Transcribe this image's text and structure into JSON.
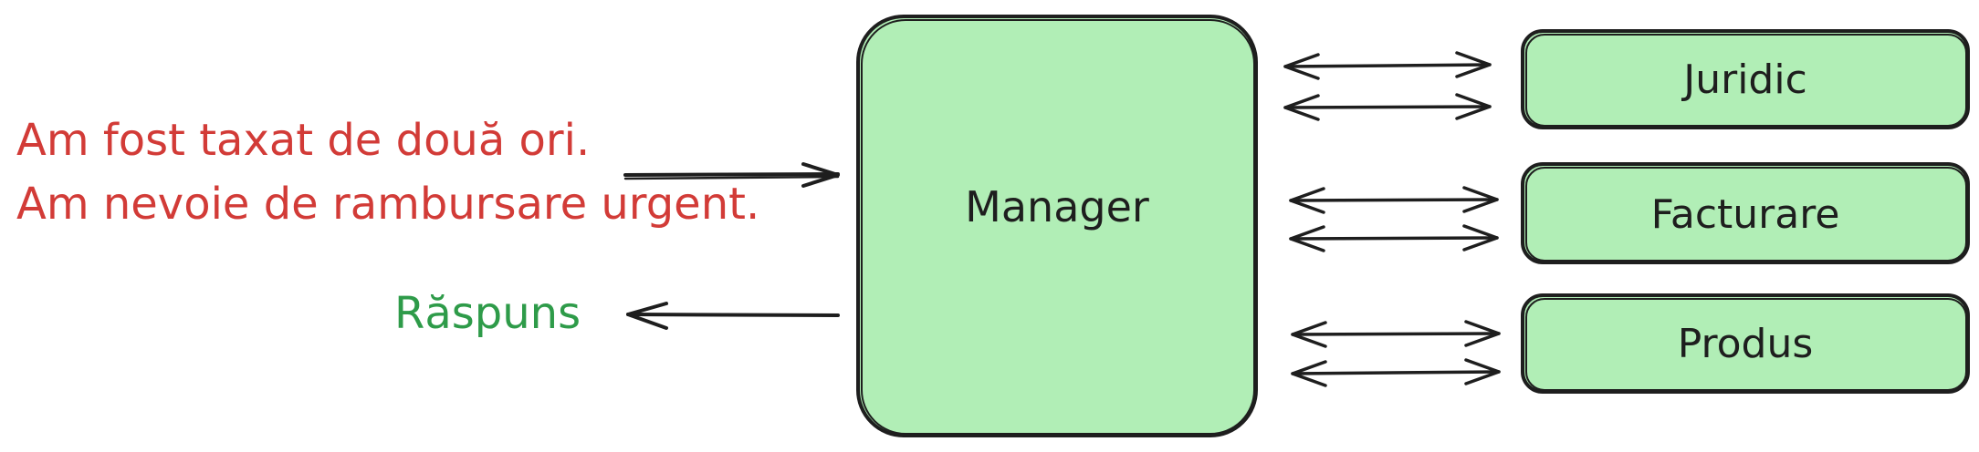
{
  "input": {
    "line1": "Am fost taxat de două ori.",
    "line2": "Am nevoie de rambursare urgent.",
    "color": "#d23b37"
  },
  "response": {
    "label": "Răspuns",
    "color": "#2e9b49"
  },
  "manager": {
    "label": "Manager",
    "fill": "#b1eeb6"
  },
  "agents": [
    {
      "label": "Juridic"
    },
    {
      "label": "Facturare"
    },
    {
      "label": "Produs"
    }
  ],
  "colors": {
    "stroke": "#1e1e1e",
    "node_fill": "#b1eeb6"
  }
}
